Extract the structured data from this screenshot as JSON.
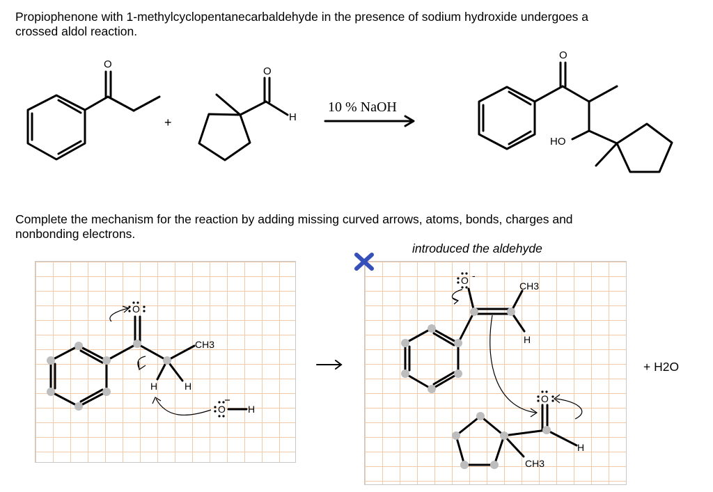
{
  "question": {
    "line1": "Propiophenone with 1-methylcyclopentanecarbaldehyde in the presence of sodium hydroxide undergoes a",
    "line2": "crossed aldol reaction."
  },
  "reaction": {
    "plus": "+",
    "reagent": "10 % NaOH",
    "atoms": {
      "o_ketone": "O",
      "o_aldehyde": "O",
      "h_aldehyde": "H",
      "o_product": "O",
      "ho_product": "HO"
    }
  },
  "instructions": {
    "line1": "Complete the mechanism for the reaction by adding missing curved arrows, atoms, bonds, charges and",
    "line2": "nonbonding electrons."
  },
  "step_note": "introduced the aldehyde",
  "left_panel": {
    "o_atom": "O",
    "ch3": "CH3",
    "h_left": "H",
    "h_right": "H",
    "hydroxide_o": "O",
    "hydroxide_h": "H"
  },
  "right_panel": {
    "enolate_o": "O",
    "charge": "-",
    "ch3": "CH3",
    "h_vinyl": "H",
    "aldehyde_o": "O",
    "aldehyde_h": "H",
    "ch3_ring": "CH3"
  },
  "byproduct": "+ H2O",
  "icons": {
    "delete": "x-mark-icon"
  },
  "colors": {
    "delete_icon": "#3550b8",
    "atom_dot": "#bdbdbd",
    "grid": "#f0c9a8"
  }
}
